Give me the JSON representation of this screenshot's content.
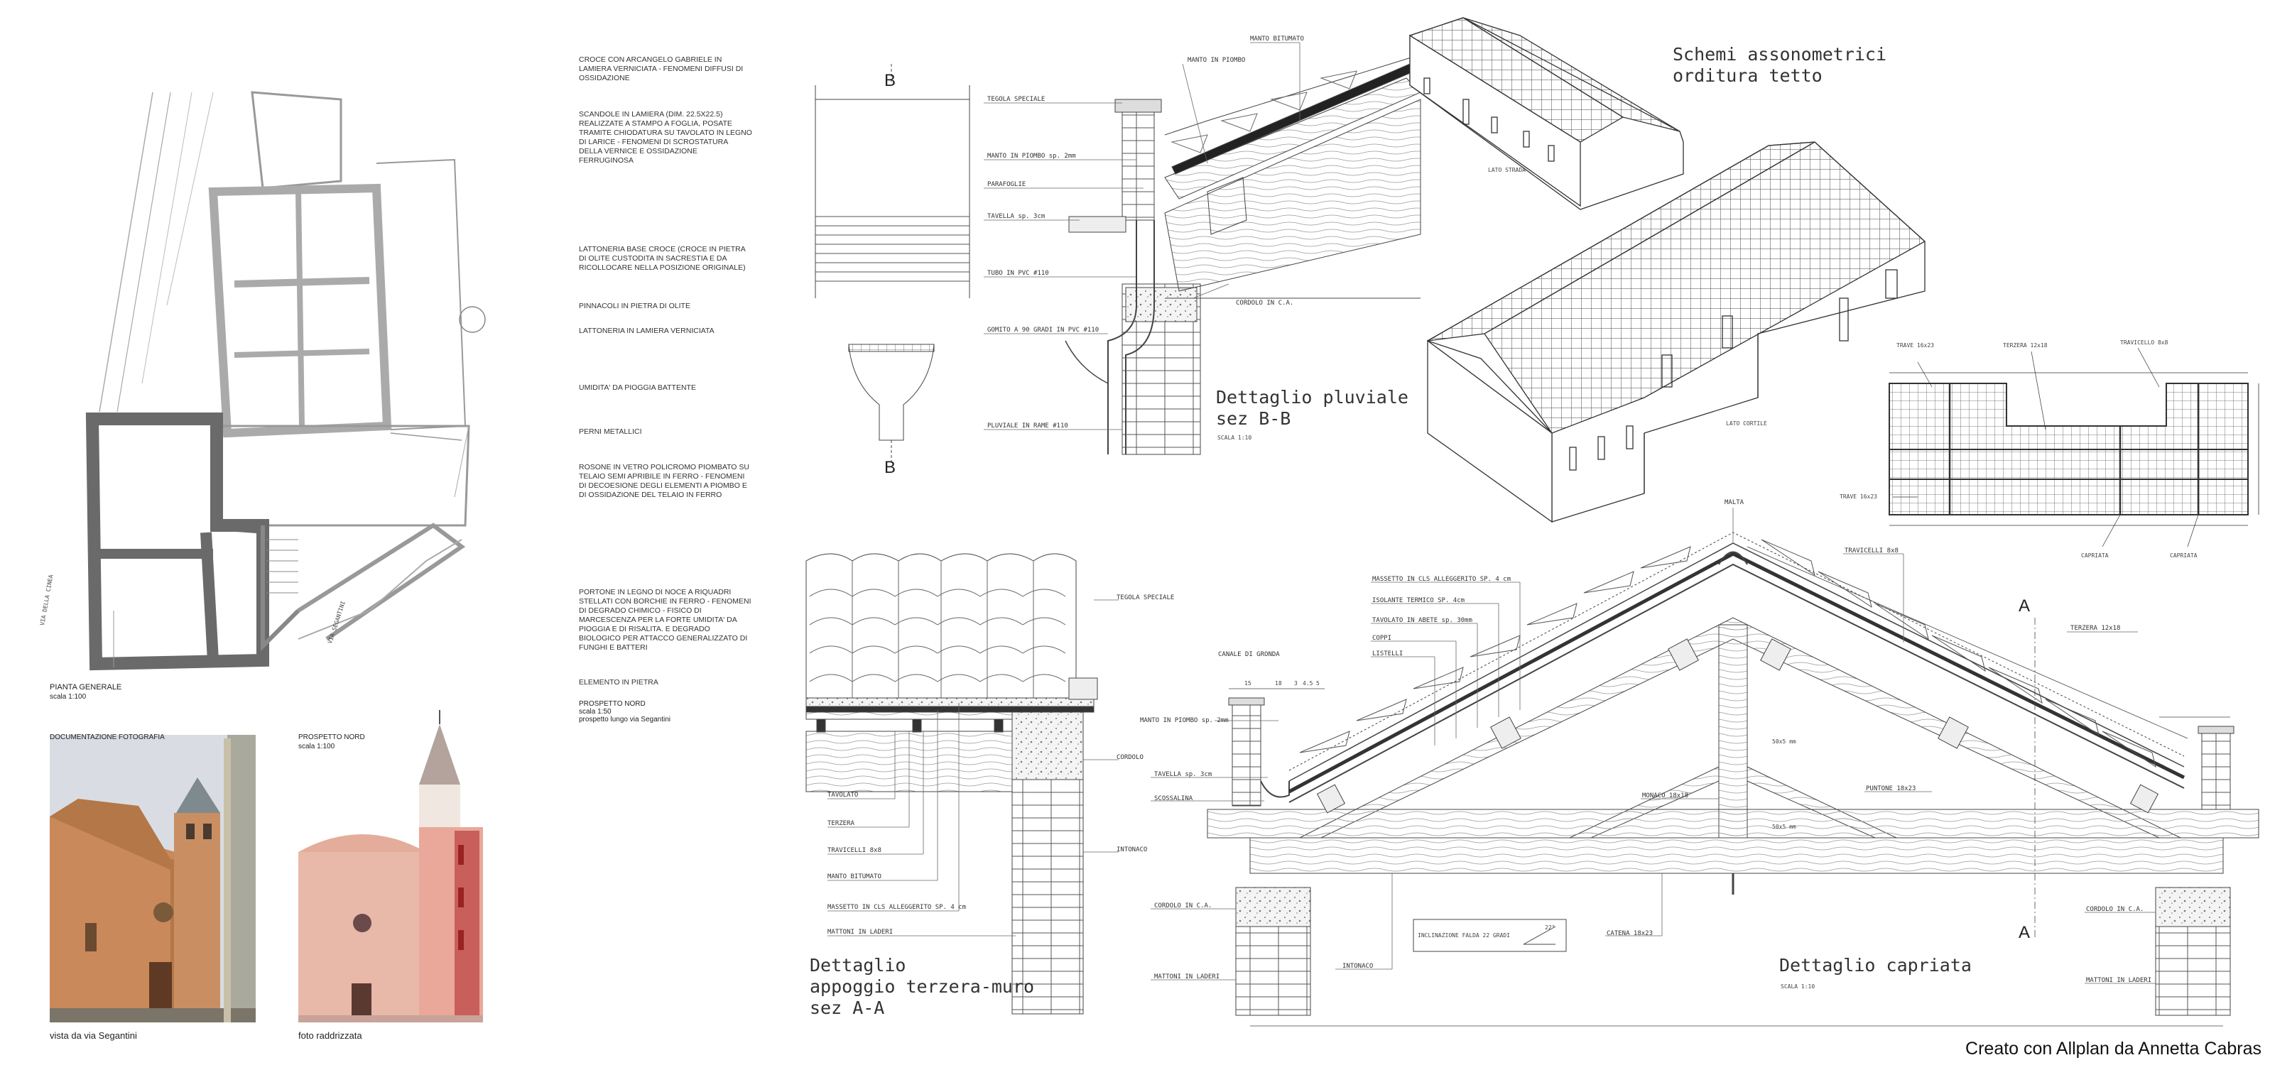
{
  "plan": {
    "title": "PIANTA GENERALE",
    "scale": "scala 1:100",
    "street_cinea": "VIA DELLA CINEA",
    "street_segantini": "VIA SEGANTINI"
  },
  "photo_section": {
    "title": "DOCUMENTAZIONE FOTOGRAFIA",
    "photo_caption": "vista da via Segantini"
  },
  "elevation": {
    "title": "PROSPETTO NORD",
    "scale": "scala 1:100",
    "caption": "foto raddrizzata"
  },
  "notes": [
    "CROCE CON ARCANGELO GABRIELE IN LAMIERA VERNICIATA - FENOMENI DIFFUSI DI OSSIDAZIONE",
    "SCANDOLE IN LAMIERA (DIM. 22.5X22.5) REALIZZATE A STAMPO A FOGLIA, POSATE TRAMITE CHIODATURA SU TAVOLATO IN LEGNO DI LARICE - FENOMENI DI SCROSTATURA DELLA VERNICE E OSSIDAZIONE FERRUGINOSA",
    "LATTONERIA BASE CROCE (CROCE IN PIETRA DI OLITE CUSTODITA IN SACRESTIA E DA RICOLLOCARE NELLA POSIZIONE ORIGINALE)",
    "PINNACOLI IN PIETRA DI OLITE",
    "LATTONERIA IN LAMIERA VERNICIATA",
    "UMIDITA' DA PIOGGIA BATTENTE",
    "PERNI METALLICI",
    "ROSONE IN VETRO POLICROMO PIOMBATO SU TELAIO SEMI APRIBILE IN FERRO - FENOMENI DI DECOESIONE DEGLI ELEMENTI A PIOMBO E DI OSSIDAZIONE DEL TELAIO IN FERRO",
    "PORTONE IN LEGNO DI NOCE A RIQUADRI STELLATI CON BORCHIE IN FERRO - FENOMENI DI DEGRADO CHIMICO - FISICO DI MARCESCENZA PER LA FORTE UMIDITA' DA PIOGGIA E DI RISALITA. E DEGRADO BIOLOGICO PER ATTACCO GENERALIZZATO DI FUNGHI E BATTERI",
    "ELEMENTO IN PIETRA"
  ],
  "elevation_note": {
    "title": "PROSPETTO NORD",
    "scale": "scala 1:50",
    "subtitle": "prospetto lungo via Segantini"
  },
  "pluviale": {
    "title_line1": "Dettaglio pluviale",
    "title_line2": "sez B-B",
    "scale": "SCALA 1:10",
    "section_marker": "B",
    "labels": [
      "TEGOLA SPECIALE",
      "MANTO IN PIOMBO sp. 2mm",
      "PARAFOGLIE",
      "TAVELLA sp. 3cm",
      "TUBO IN PVC #110",
      "GOMITO A 90 GRADI IN PVC #110",
      "PLUVIALE IN RAME #110",
      "MANTO IN PIOMBO",
      "MANTO BITUMATO",
      "CORDOLO IN C.A."
    ]
  },
  "axon": {
    "title_line1": "Schemi assonometrici",
    "title_line2": "orditura tetto",
    "label_street": "LATO STRADA",
    "label_courtyard": "LATO CORTILE",
    "plan_labels": [
      "TRAVE 16x23",
      "TERZERA 12x18",
      "TRAVICELLO 8x8",
      "TRAVE 16x23",
      "CAPRIATA",
      "CAPRIATA"
    ]
  },
  "appoggio": {
    "title_line1": "Dettaglio",
    "title_line2": "appoggio terzera-muro",
    "title_line3": "sez A-A",
    "labels": [
      "TEGOLA SPECIALE",
      "CORDOLO",
      "INTONACO",
      "TAVOLATO",
      "TERZERA",
      "TRAVICELLI 8x8",
      "MANTO BITUMATO",
      "MASSETTO IN CLS ALLEGGERITO SP. 4 cm",
      "MATTONI IN LADERI"
    ]
  },
  "capriata": {
    "title": "Dettaglio capriata",
    "scale": "SCALA 1:10",
    "section_marker": "A",
    "labels_left": [
      "MASSETTO IN CLS ALLEGGERITO SP. 4 cm",
      "ISOLANTE TERMICO SP. 4cm",
      "TAVOLATO IN ABETE sp. 30mm",
      "COPPI",
      "LISTELLI"
    ],
    "labels_misc": [
      "MALTA",
      "TRAVICELLI 8x8",
      "TERZERA 12x18",
      "CANALE DI GRONDA",
      "MANTO IN PIOMBO sp. 2mm",
      "TAVELLA sp. 3cm",
      "SCOSSALINA",
      "CORDOLO IN C.A.",
      "MATTONI IN LADERI",
      "INTONACO",
      "MONACO 18x18",
      "PUNTONE 18x23",
      "CATENA 18x23",
      "CORDOLO IN C.A.",
      "MATTONI IN LADERI"
    ],
    "slope_note": "INCLINAZIONE FALDA 22 GRADI",
    "slope_angle": "22°",
    "dims_top": [
      "15",
      "18",
      "3",
      "4.5",
      "5"
    ],
    "dim_small": [
      "50x5 mm",
      "50x5 mm"
    ]
  },
  "credit": "Creato con Allplan da Annetta Cabras"
}
